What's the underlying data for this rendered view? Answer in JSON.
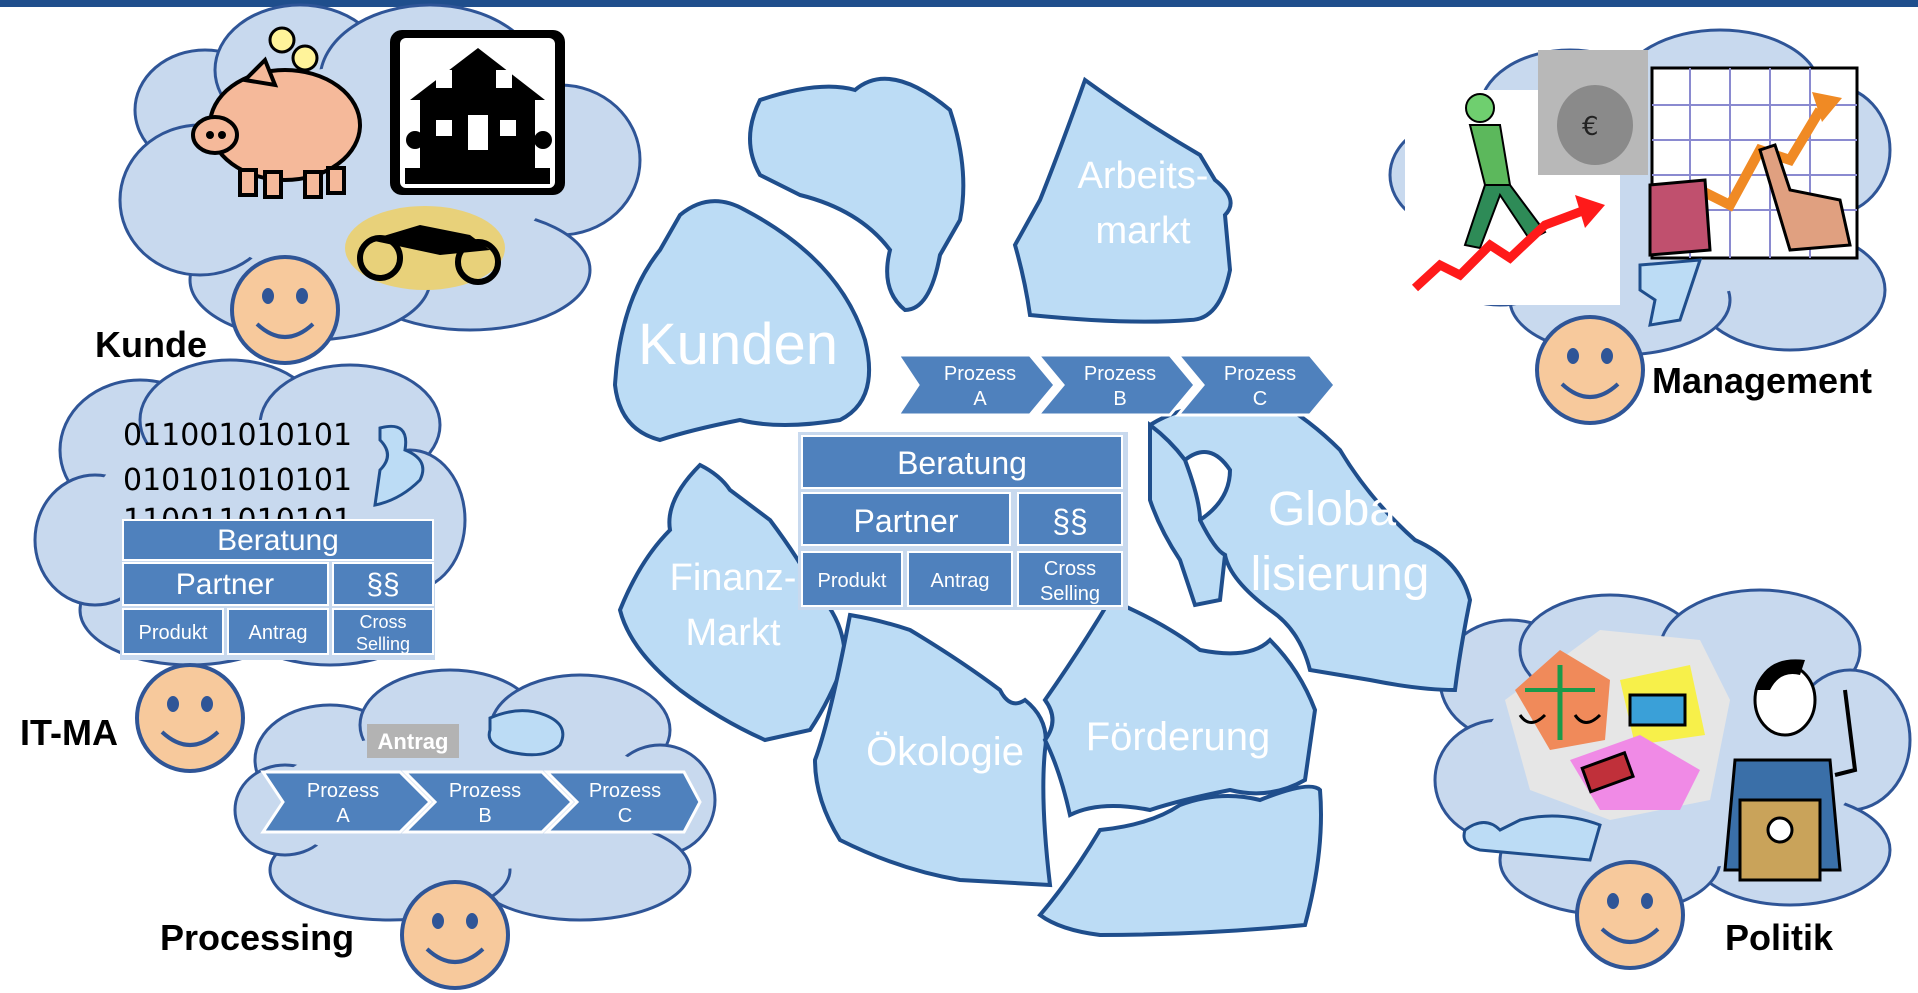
{
  "stakeholders": {
    "kunde": "Kunde",
    "it_ma": "IT-MA",
    "processing": "Processing",
    "management": "Management",
    "politik": "Politik"
  },
  "binary_lines": [
    "011001010101",
    "010101010101",
    "110011010101"
  ],
  "puzzle_pieces": {
    "kunden": "Kunden",
    "arbeitsmarkt_1": "Arbeits-",
    "arbeitsmarkt_2": "markt",
    "finanz_1": "Finanz-",
    "finanz_2": "Markt",
    "globa_1": "Globa-",
    "globa_2": "lisierung",
    "oekologie": "Ökologie",
    "foerderung": "Förderung"
  },
  "process_chain": [
    {
      "line1": "Prozess",
      "line2": "A"
    },
    {
      "line1": "Prozess",
      "line2": "B"
    },
    {
      "line1": "Prozess",
      "line2": "C"
    }
  ],
  "core_blocks": {
    "beratung": "Beratung",
    "partner": "Partner",
    "paragraphs": "§§",
    "produkt": "Produkt",
    "antrag": "Antrag",
    "cross_1": "Cross",
    "cross_2": "Selling"
  },
  "antrag_tag": "Antrag",
  "colors": {
    "cloud": "#c8d9ee",
    "puzzle": "#bcdcf5",
    "puzzle_stroke": "#1f4e8c",
    "block": "#4f81bd",
    "face": "#f7c99c",
    "face_stroke": "#2f5597"
  }
}
